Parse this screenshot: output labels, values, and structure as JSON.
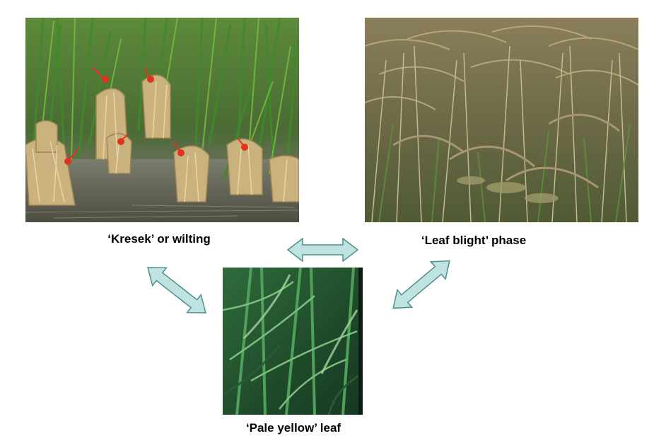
{
  "captions": {
    "kresek": "‘Kresek’ or wilting",
    "blight": "‘Leaf blight’ phase",
    "pale": "‘Pale yellow’ leaf"
  },
  "colors": {
    "arrow_fill": "#bfe3e1",
    "arrow_stroke": "#4f8f8c",
    "marker": "#e0321e"
  }
}
